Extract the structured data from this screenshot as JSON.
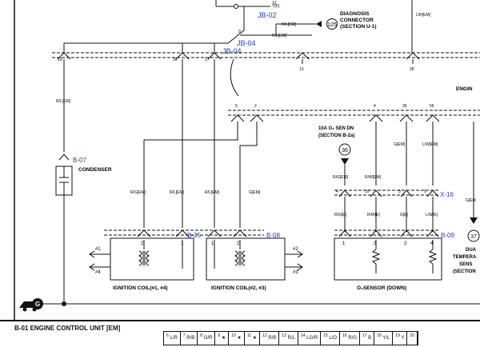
{
  "top_wire": {
    "y_f_label": "Y[F]",
    "r_l_em_1": "R/L[EM]",
    "r_l_em_2": "R/L[EM]",
    "pin_9": "9",
    "pin_12": "12"
  },
  "diagnosis": {
    "number": "125",
    "line1": "DIAGNOSIS",
    "line2": "CONNECTOR",
    "line3": "(SECTION U-1)"
  },
  "jb_labels": {
    "jb02": "JB-02",
    "jb04_a": "JB-04",
    "jb04_b": "JB-04"
  },
  "upper_pins": {
    "p19": "19",
    "p18": "18",
    "p17": "17",
    "p13": "13",
    "p28": "28"
  },
  "top_right_wire": "L/R[EM]",
  "engine_label": "ENGIN",
  "ecu_pins": {
    "p5": "5",
    "p2": "2",
    "p4": "4",
    "p35": "35",
    "p55": "55"
  },
  "left_wire": "R/L[EM]",
  "condenser": {
    "connector": "B-07",
    "label": "CONDENSER"
  },
  "o2_ref": {
    "line1": "10A O₂ SEN DN",
    "line2": "(SECTION B-2a)",
    "number": "36"
  },
  "wires_o2": {
    "g_em": "G[EM]",
    "lw_em": "L/W[EM]",
    "rg_em": "R/G[EM]",
    "rw_em": "R/W[EM]",
    "rg_e": "R/G[E]",
    "rw_e": "R/W[E]",
    "g_e": "G[E]",
    "lw_e": "L/W[E]"
  },
  "x16": {
    "connector": "X-16",
    "p4": "4",
    "p10": "10",
    "p3": "3",
    "p9": "9"
  },
  "coil_wires": {
    "rg_em": "R/G[EM]",
    "rl_em_1": "R/L[EM]",
    "rl_em_2": "R/L[EM]",
    "g_em": "G[EM]"
  },
  "dual_temp": {
    "number": "37",
    "line1": "DUA",
    "line2": "TEMPERA",
    "line3": "SENS",
    "line4": "(SECTION",
    "wire": "G[EM"
  },
  "coil1": {
    "connector": "B-25",
    "label": "IGNITION COIL(#1, #4)",
    "cyl_a": "#1",
    "cyl_b": "#4",
    "pin2": "2",
    "pin1": "1"
  },
  "coil2": {
    "connector": "B-08",
    "label": "IGNITION COIL(#2, #3)",
    "cyl_a": "#2",
    "cyl_b": "#3",
    "pin2": "2",
    "pin1": "1"
  },
  "o2sensor": {
    "connector": "B-09",
    "label": "O₂SENSOR (DOWN)",
    "p1": "1",
    "p3": "3",
    "p2": "2",
    "p4": "4"
  },
  "ground": {
    "label": "G"
  },
  "footer": {
    "title": "B-01 ENGINE CONTROL UNIT [EM]",
    "pins": [
      {
        "num": "6",
        "code": "L/R"
      },
      {
        "num": "7",
        "code": "R/B"
      },
      {
        "num": "8",
        "code": "G/R"
      },
      {
        "num": "9",
        "code": "★"
      },
      {
        "num": "10",
        "code": "★"
      },
      {
        "num": "11",
        "code": "★"
      },
      {
        "num": "12",
        "code": "R/B"
      },
      {
        "num": "13",
        "code": "R/L"
      },
      {
        "num": "14",
        "code": "LG/R"
      },
      {
        "num": "15",
        "code": "L/O"
      },
      {
        "num": "16",
        "code": "R/G"
      },
      {
        "num": "17",
        "code": "B"
      },
      {
        "num": "18",
        "code": "Y/L"
      },
      {
        "num": "19",
        "code": "Y"
      },
      {
        "num": "20",
        "code": ""
      }
    ]
  }
}
